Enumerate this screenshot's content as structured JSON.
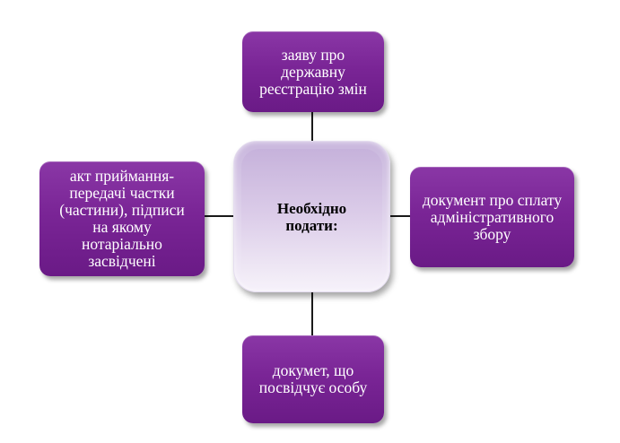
{
  "diagram": {
    "center": {
      "label": "Необхідно\nподати:"
    },
    "nodes": {
      "top": {
        "label": "заяву про\nдержавну\nреєстрацію змін"
      },
      "right": {
        "label": "документ про сплату\nадміністративного\nзбору"
      },
      "bottom": {
        "label": "докумет, що\nпосвідчує особу"
      },
      "left": {
        "label": "акт приймання-\nпередачі частки\n(частини), підписи\nна якому\nнотаріально\nзасвідчені"
      }
    },
    "colors": {
      "node_fill": "#7a2596",
      "center_fill": "#dccde9",
      "connector": "#1a1a1a"
    }
  }
}
